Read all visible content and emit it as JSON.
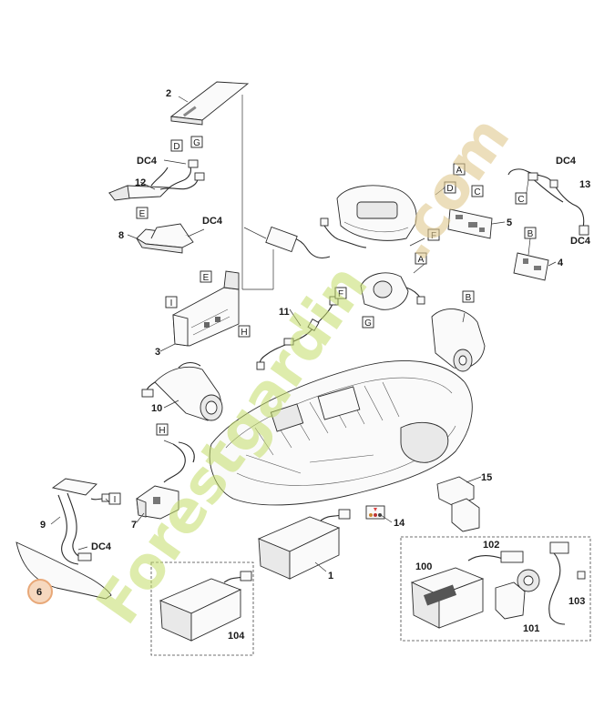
{
  "callouts": {
    "n1": "1",
    "n2": "2",
    "n3": "3",
    "n4": "4",
    "n5": "5",
    "n6": "6",
    "n7": "7",
    "n8": "8",
    "n9": "9",
    "n10": "10",
    "n11": "11",
    "n12": "12",
    "n13": "13",
    "n14": "14",
    "n15": "15",
    "n100": "100",
    "n101": "101",
    "n102": "102",
    "n103": "103",
    "n104": "104"
  },
  "connectors": {
    "dc4_12": "DC4",
    "dc4_8": "DC4",
    "dc4_9": "DC4",
    "dc4_13a": "DC4",
    "dc4_13b": "DC4",
    "d_12": "D",
    "g_12": "G",
    "e_12": "E",
    "e_3": "E",
    "i_3": "I",
    "h_3": "H",
    "a_top": "A",
    "d_top": "D",
    "c_top": "C",
    "f_mid": "F",
    "a_mid": "A",
    "b_4": "B",
    "b_mid": "B",
    "c_13": "C",
    "f_11": "F",
    "g_11": "G",
    "h_7": "H",
    "i_9": "I"
  },
  "watermark": {
    "text_main": "Forestgardin",
    "text_dot": ".com",
    "color": "#c4dd6a"
  },
  "highlight": {
    "ring_color": "#e8a878",
    "fill_color": "#f6d8bf"
  }
}
